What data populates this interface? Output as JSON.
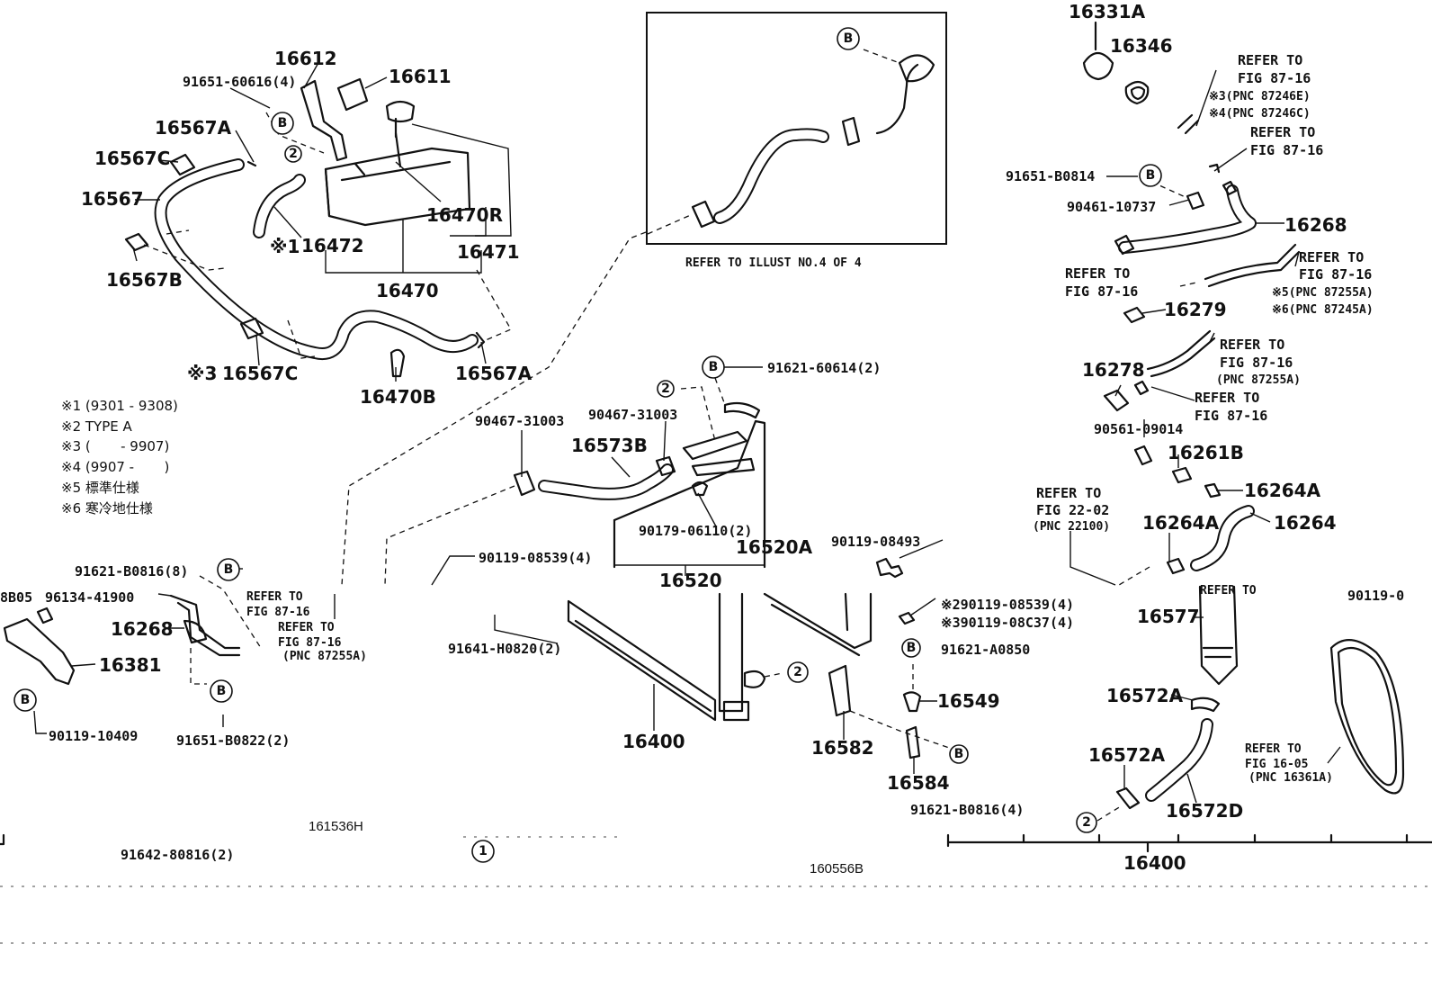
{
  "callouts": {
    "p16331A": "16331A",
    "p16346": "16346",
    "p16612": "16612",
    "p91651_60616": "91651-60616(4)",
    "p16611": "16611",
    "p16567A_top": "16567A",
    "p16567C_top": "16567C",
    "p16567": "16567",
    "p16567B": "16567B",
    "p16472": "16472",
    "p16470R": "16470R",
    "p16471": "16471",
    "p16470": "16470",
    "p16567C_bot": "16567C",
    "p16470B": "16470B",
    "p16567A_bot": "16567A",
    "p91651_B0814": "91651-B0814",
    "p90461_10737": "90461-10737",
    "p16268_right": "16268",
    "p16279": "16279",
    "p16278": "16278",
    "p90561_09014": "90561-09014",
    "p16261B": "16261B",
    "p16264A_a": "16264A",
    "p16264A_b": "16264A",
    "p16264": "16264",
    "p91621_60614": "91621-60614(2)",
    "p90467_31003_a": "90467-31003",
    "p90467_31003_b": "90467-31003",
    "p16573B": "16573B",
    "p90179_06110": "90179-06110(2)",
    "p16520A": "16520A",
    "p16520": "16520",
    "p90119_08539_4": "90119-08539(4)",
    "p90119_08493": "90119-08493",
    "p91621_B0816_8": "91621-B0816(8)",
    "p96134_41900": "96134-41900",
    "p8B05": "8B05",
    "p16268_left": "16268",
    "p16381": "16381",
    "p90119_10409": "90119-10409",
    "p91651_B0822": "91651-B0822(2)",
    "p91641_H0820": "91641-H0820(2)",
    "p16400_mid": "16400",
    "p290119": "※290119-08539(4)",
    "p390119": "※390119-08C37(4)",
    "p91621_A0850": "91621-A0850",
    "p16549": "16549",
    "p16582": "16582",
    "p16584": "16584",
    "p91621_B0816_4": "91621-B0816(4)",
    "p16577": "16577",
    "p16572A_a": "16572A",
    "p16572A_b": "16572A",
    "p16572D": "16572D",
    "p16400_bottom": "16400",
    "p90119_cut": "90119-0",
    "p91642_80816": "91642-80816(2)",
    "mark1": "※1",
    "mark3": "※3"
  },
  "refs": {
    "illust": "REFER TO ILLUST NO.4 OF 4",
    "r1a": "REFER TO",
    "r1b": "FIG 87-16",
    "r1c": "※3(PNC 87246E)",
    "r1d": "※4(PNC 87246C)",
    "r2a": "REFER TO",
    "r2b": "FIG 87-16",
    "r3a": "REFER TO",
    "r3b": "FIG 87-16",
    "r3c": "※5(PNC 87255A)",
    "r3d": "※6(PNC 87245A)",
    "r4a": "REFER TO",
    "r4b": "FIG 87-16",
    "r5a": "REFER TO",
    "r5b": "FIG 87-16",
    "r5c": "(PNC 87255A)",
    "r6a": "REFER TO",
    "r6b": "FIG 87-16",
    "r7a": "REFER TO",
    "r7b": "FIG 22-02",
    "r7c": "(PNC 22100)",
    "r8a": "REFER TO",
    "r8b": "FIG 87-16",
    "r9a": "REFER TO",
    "r9b": "FIG 87-16",
    "r9c": "(PNC 87255A)",
    "r10a": "REFER TO",
    "r10b": "FIG 16-05",
    "r10c": "(PNC 16361A)",
    "r11": "REFER TO"
  },
  "notes": [
    "※1 (9301 - 9308)",
    "※2  TYPE A",
    "※3 (       - 9907)",
    "※4 (9907 -       )",
    "※5  標準仕様",
    "※6  寒冷地仕様"
  ],
  "circle_marks": {
    "b": "B",
    "two": "2",
    "one": "1"
  },
  "codes": {
    "c1": "161536H",
    "c2": "160556B"
  }
}
